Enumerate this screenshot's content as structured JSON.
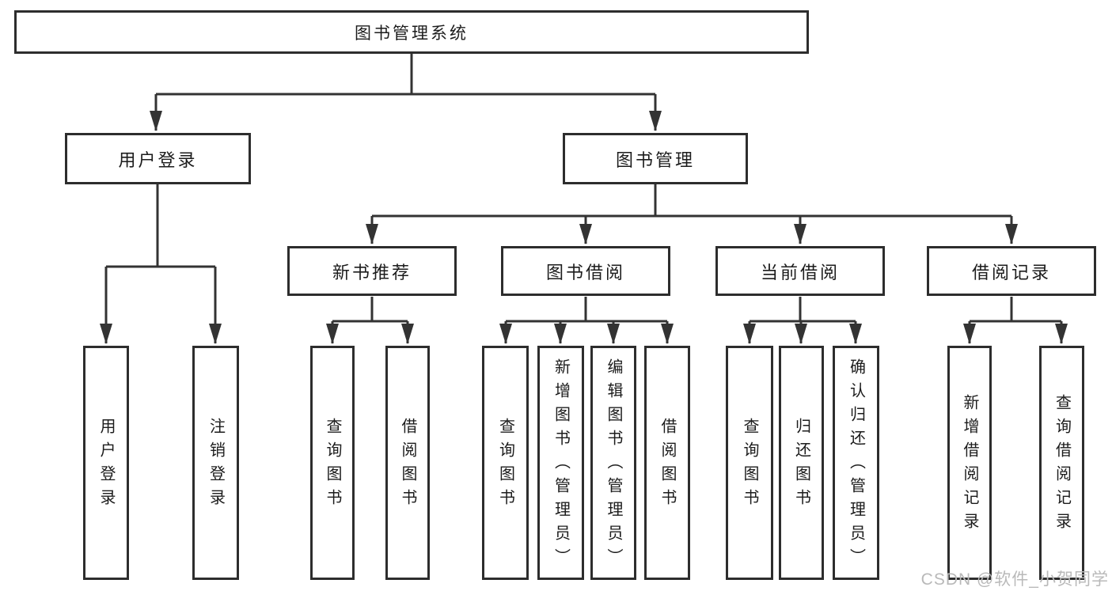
{
  "diagram_title": "图书管理系统",
  "tree": {
    "label": "图书管理系统",
    "children": [
      {
        "label": "用户登录",
        "children": [
          {
            "label": "用户登录"
          },
          {
            "label": "注销登录"
          }
        ]
      },
      {
        "label": "图书管理",
        "children": [
          {
            "label": "新书推荐",
            "children": [
              {
                "label": "查询图书"
              },
              {
                "label": "借阅图书"
              }
            ]
          },
          {
            "label": "图书借阅",
            "children": [
              {
                "label": "查询图书"
              },
              {
                "label": "新增图书（管理员）"
              },
              {
                "label": "编辑图书（管理员）"
              },
              {
                "label": "借阅图书"
              }
            ]
          },
          {
            "label": "当前借阅",
            "children": [
              {
                "label": "查询图书"
              },
              {
                "label": "归还图书"
              },
              {
                "label": "确认归还（管理员）"
              }
            ]
          },
          {
            "label": "借阅记录",
            "children": [
              {
                "label": "新增借阅记录"
              },
              {
                "label": "查询借阅记录"
              }
            ]
          }
        ]
      }
    ]
  },
  "watermark": {
    "text": "CSDN @软件_小贺同学"
  },
  "colors": {
    "line": "#333333",
    "box_border": "#2d2d2d",
    "text": "#1c1c1c",
    "background": "#ffffff",
    "watermark": "#b9b9b9"
  }
}
